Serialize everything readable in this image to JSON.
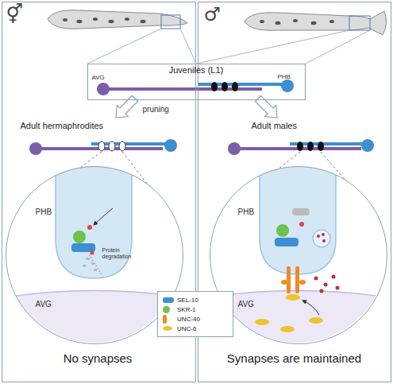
{
  "diagram": {
    "nodes": [
      {
        "text": [
          "⚥",
          "pruning",
          "Adult hermaphrodites",
          "No synapses"
        ]
      },
      {
        "text": [
          "♂",
          "Adult males",
          "Synapses are maintained"
        ]
      },
      {
        "text": [
          "Juveniles (L1)",
          "AVG",
          "PHB"
        ]
      },
      {
        "text": [
          "PHB",
          "AVG",
          "Protein degradation"
        ],
        "in": 0
      },
      {
        "text": [
          "PHB",
          "AVG"
        ],
        "in": 1
      }
    ],
    "legend": [
      {
        "text": "SEL-10",
        "color": "#3d8fd1"
      },
      {
        "text": "SKR-1",
        "color": "#6cc24a"
      },
      {
        "text": "UNC-40",
        "color": "#f08a24"
      },
      {
        "text": "UNC-6",
        "color": "#f2c12e"
      }
    ]
  }
}
